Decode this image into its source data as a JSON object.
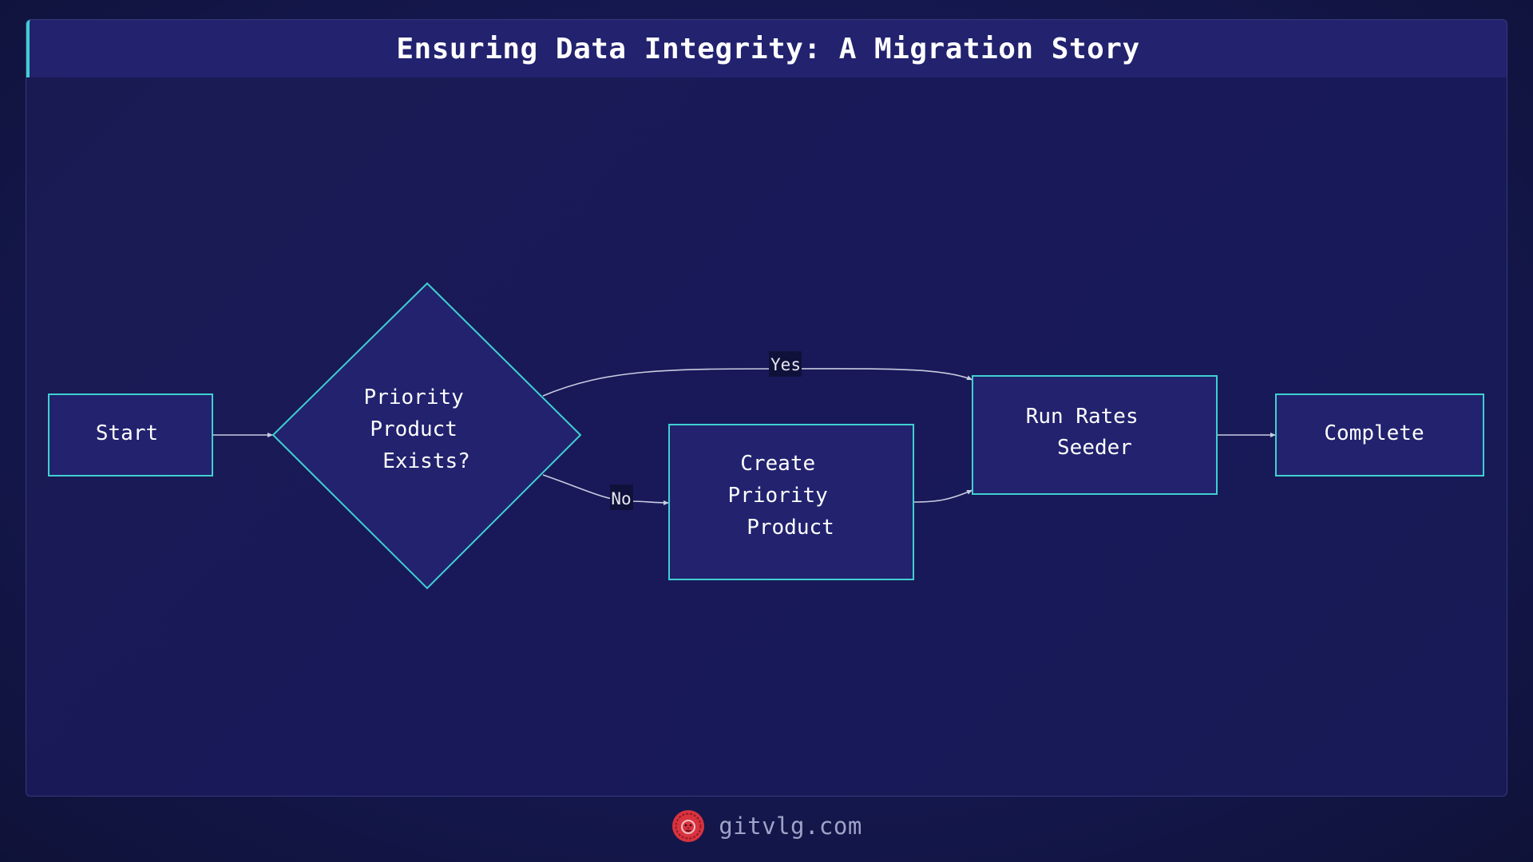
{
  "title": "Ensuring Data Integrity: A Migration Story",
  "colors": {
    "background": "#151850",
    "node_fill": "#22226f",
    "node_border": "#3fd0d0",
    "edge": "#c8cce0",
    "edge_label_bg": "#10113a",
    "logo": "#d9333f"
  },
  "nodes": {
    "start": {
      "label": [
        "Start"
      ]
    },
    "decision": {
      "label": [
        "Priority",
        "Product",
        "Exists?"
      ]
    },
    "create": {
      "label": [
        "Create",
        "Priority",
        "Product"
      ]
    },
    "seeder": {
      "label": [
        "Run Rates",
        "Seeder"
      ]
    },
    "complete": {
      "label": [
        "Complete"
      ]
    }
  },
  "edges": {
    "yes_label": "Yes",
    "no_label": "No"
  },
  "footer": {
    "logo_icon": "lion-logo-icon",
    "site": "gitvlg.com"
  }
}
